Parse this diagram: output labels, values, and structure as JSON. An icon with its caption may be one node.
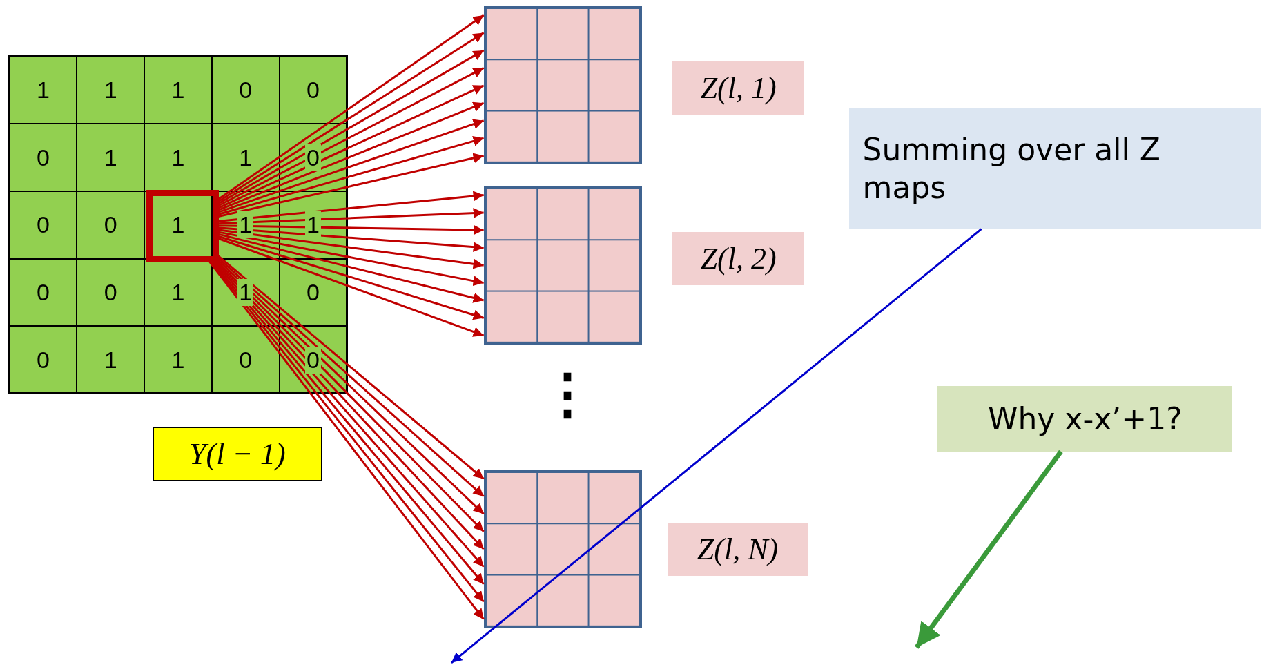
{
  "diagram": {
    "nodes": [
      {
        "text": [],
        "shape": "box"
      },
      {
        "text": [],
        "shape": "box",
        "in": 0
      },
      {
        "text": [
          "Y(l − 1)"
        ]
      },
      {
        "text": [],
        "shape": "box"
      },
      {
        "text": [
          "Z(l, 1)"
        ]
      },
      {
        "text": [],
        "shape": "box"
      },
      {
        "text": [
          "Z(l, 2)"
        ]
      },
      {
        "text": [],
        "shape": "box"
      },
      {
        "text": [
          "Z(l, N)"
        ]
      },
      {
        "text": [
          "Summing over all Z maps"
        ]
      },
      {
        "text": [
          "Why x-x’+1?"
        ]
      }
    ],
    "edges": [
      {
        "from": 1,
        "to": 3,
        "arrow": "to"
      },
      {
        "from": 1,
        "to": 3,
        "arrow": "to"
      },
      {
        "from": 1,
        "to": 3,
        "arrow": "to"
      },
      {
        "from": 1,
        "to": 3,
        "arrow": "to"
      },
      {
        "from": 1,
        "to": 3,
        "arrow": "to"
      },
      {
        "from": 1,
        "to": 3,
        "arrow": "to"
      },
      {
        "from": 1,
        "to": 3,
        "arrow": "to"
      },
      {
        "from": 1,
        "to": 3,
        "arrow": "to"
      },
      {
        "from": 1,
        "to": 3,
        "arrow": "to"
      },
      {
        "from": 1,
        "to": 5,
        "arrow": "to"
      },
      {
        "from": 1,
        "to": 5,
        "arrow": "to"
      },
      {
        "from": 1,
        "to": 5,
        "arrow": "to"
      },
      {
        "from": 1,
        "to": 5,
        "arrow": "to"
      },
      {
        "from": 1,
        "to": 5,
        "arrow": "to"
      },
      {
        "from": 1,
        "to": 5,
        "arrow": "to"
      },
      {
        "from": 1,
        "to": 5,
        "arrow": "to"
      },
      {
        "from": 1,
        "to": 5,
        "arrow": "to"
      },
      {
        "from": 1,
        "to": 5,
        "arrow": "to"
      },
      {
        "from": 1,
        "to": 7,
        "arrow": "to"
      },
      {
        "from": 1,
        "to": 7,
        "arrow": "to"
      },
      {
        "from": 1,
        "to": 7,
        "arrow": "to"
      },
      {
        "from": 1,
        "to": 7,
        "arrow": "to"
      },
      {
        "from": 1,
        "to": 7,
        "arrow": "to"
      },
      {
        "from": 1,
        "to": 7,
        "arrow": "to"
      },
      {
        "from": 1,
        "to": 7,
        "arrow": "to"
      },
      {
        "from": 1,
        "to": 7,
        "arrow": "to"
      },
      {
        "from": 1,
        "to": 7,
        "arrow": "to"
      },
      {
        "from": 9,
        "to": null,
        "arrow": "to",
        "color": "#0000cc"
      },
      {
        "from": 10,
        "to": null,
        "arrow": "to",
        "style": "thick",
        "color": "#3a9a3a"
      }
    ],
    "labels": [
      "1",
      "1",
      "1",
      "0",
      "0",
      "0",
      "1",
      "1",
      "1",
      "0",
      "0",
      "0",
      "1",
      "1",
      "1",
      "0",
      "0",
      "1",
      "1",
      "0",
      "0",
      "1",
      "1",
      "0",
      "0",
      "⋮"
    ]
  }
}
